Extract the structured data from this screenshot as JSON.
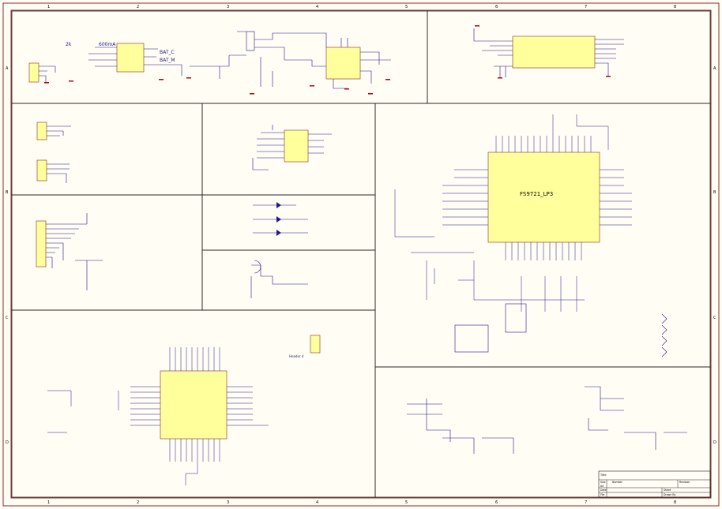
{
  "labels": {
    "bat_c": "BAT_C",
    "bat_m": "BAT_M",
    "r_2k": "2k",
    "i_600ma": "600mA",
    "main_ic": "FS9721_LP3",
    "header": "Header 4"
  },
  "border": {
    "cols": [
      "1",
      "2",
      "3",
      "4",
      "5",
      "6",
      "7",
      "8"
    ],
    "rows": [
      "A",
      "B",
      "C",
      "D"
    ]
  },
  "title_block": {
    "title": "Title",
    "size": "Size",
    "size_value": "A4",
    "number": "Number",
    "revision": "Revision",
    "date": "Date",
    "file": "File",
    "sheet": "Sheet",
    "drawn_by": "Drawn By"
  },
  "colors": {
    "frame": "#8a2a2a",
    "wire": "#1a1a8c",
    "part": "#ffff9c",
    "power": "#b0001a"
  }
}
